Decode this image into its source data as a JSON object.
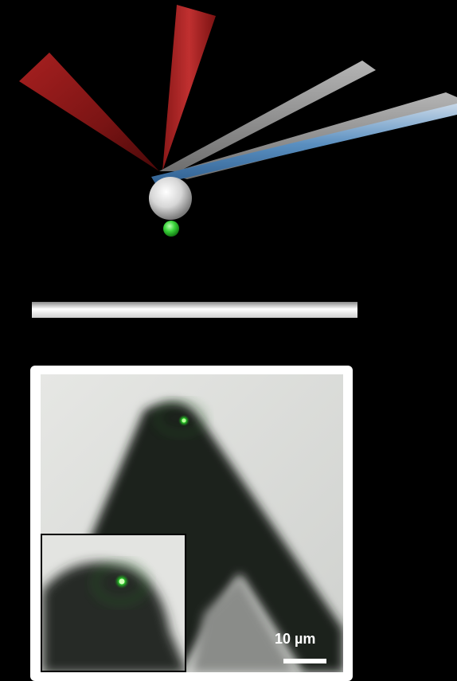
{
  "figure": {
    "scale_bar": {
      "label": "10 µm"
    },
    "colors": {
      "background": "#000000",
      "probe_cone": "#9b1c1c",
      "cantilever": "#8a8a8a",
      "cantilever_edge": "#5a8fc0",
      "sphere": "#e8e8e8",
      "fluorescent_bead": "#2fd12f",
      "micrograph_background": "#d9dbd8",
      "frame": "#ffffff"
    },
    "icons": {
      "illustration": "afm-cantilever-illustration",
      "substrate": "substrate-slab",
      "micrograph": "cantilever-tip-micrograph",
      "inset": "magnified-tip-inset"
    }
  }
}
